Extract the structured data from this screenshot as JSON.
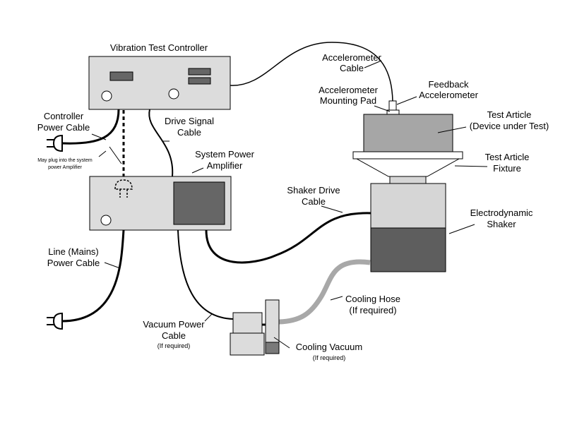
{
  "labels": {
    "controller": "Vibration Test Controller",
    "accel_cable_1": "Accelerometer",
    "accel_cable_2": "Cable",
    "feedback_1": "Feedback",
    "feedback_2": "Accelerometer",
    "mount_pad_1": "Accelerometer",
    "mount_pad_2": "Mounting Pad",
    "test_article_1": "Test Article",
    "test_article_2": "(Device under Test)",
    "fixture_1": "Test Article",
    "fixture_2": "Fixture",
    "ctrl_power_1": "Controller",
    "ctrl_power_2": "Power Cable",
    "may_plug_1": "May plug into the system",
    "may_plug_2": "power Amplifier",
    "drive_signal_1": "Drive Signal",
    "drive_signal_2": "Cable",
    "amplifier_1": "System Power",
    "amplifier_2": "Amplifier",
    "shaker_cable_1": "Shaker Drive",
    "shaker_cable_2": "Cable",
    "shaker_1": "Electrodynamic",
    "shaker_2": "Shaker",
    "mains_1": "Line (Mains)",
    "mains_2": "Power Cable",
    "hose_1": "Cooling Hose",
    "hose_2": "(If required)",
    "vac_power_1": "Vacuum Power",
    "vac_power_2": "Cable",
    "vac_power_3": "(If required)",
    "vacuum_1": "Cooling Vacuum",
    "vacuum_2": "(If required)"
  },
  "colors": {
    "box_fill": "#dcdcdc",
    "dark_fill": "#666666",
    "article_fill": "#a6a6a6",
    "shaker_top": "#d6d6d6",
    "shaker_bottom": "#5e5e5e",
    "hose": "#a8a8a8",
    "line": "#000000"
  }
}
